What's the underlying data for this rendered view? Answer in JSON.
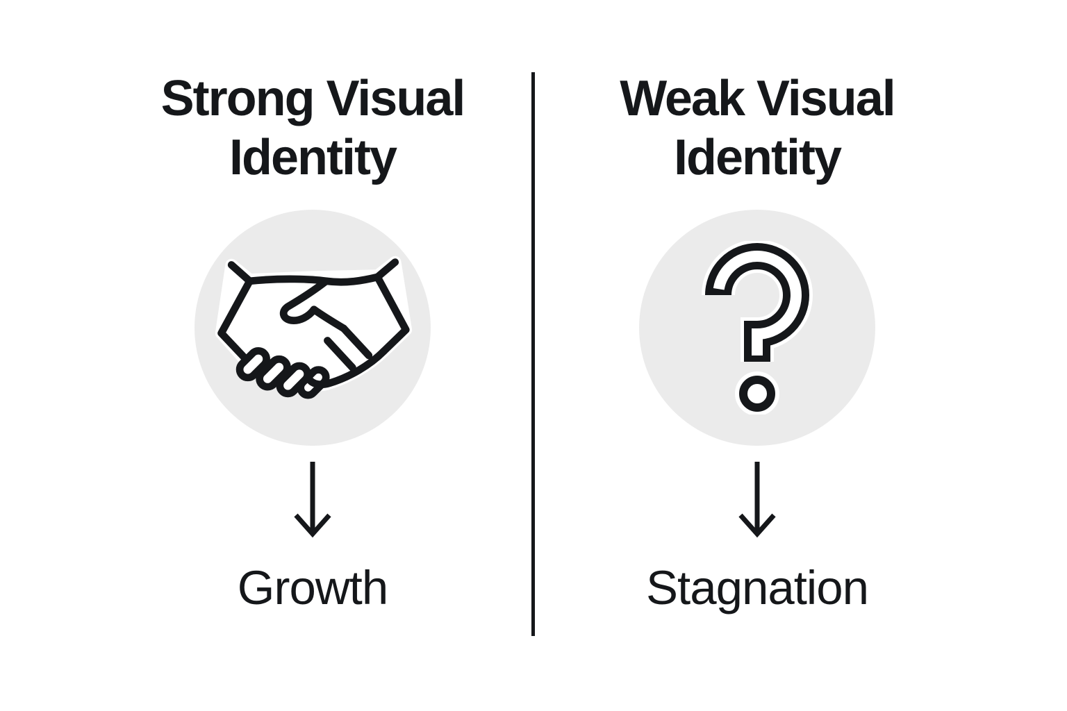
{
  "canvas": {
    "background": "#ffffff",
    "ink_color": "#15171a",
    "circle_fill": "#ebebeb"
  },
  "divider": {
    "color": "#15171a"
  },
  "columns": [
    {
      "title": "Strong Visual Identity",
      "icon": "handshake-icon",
      "outcome": "Growth"
    },
    {
      "title": "Weak Visual Identity",
      "icon": "question-mark-icon",
      "glyph": "?",
      "outcome": "Stagnation"
    }
  ],
  "icons": {
    "connector": "down-arrow-icon"
  }
}
